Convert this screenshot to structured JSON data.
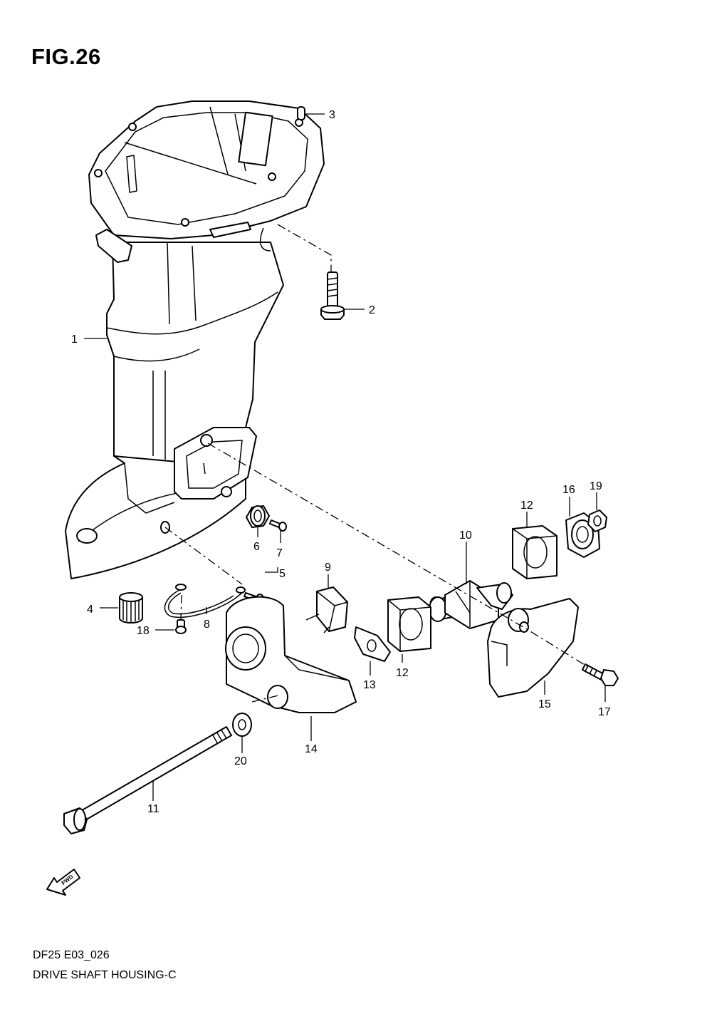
{
  "figure": {
    "title": "FIG.26",
    "code": "DF25 E03_026",
    "description": "DRIVE SHAFT HOUSING-C",
    "fwd_label": "FWD"
  },
  "callouts": {
    "c1": "1",
    "c2": "2",
    "c3": "3",
    "c4": "4",
    "c5": "5",
    "c6": "6",
    "c7": "7",
    "c8": "8",
    "c9": "9",
    "c10": "10",
    "c11": "11",
    "c12a": "12",
    "c12b": "12",
    "c13": "13",
    "c14": "14",
    "c15": "15",
    "c16": "16",
    "c17": "17",
    "c18": "18",
    "c19": "19",
    "c20": "20"
  }
}
